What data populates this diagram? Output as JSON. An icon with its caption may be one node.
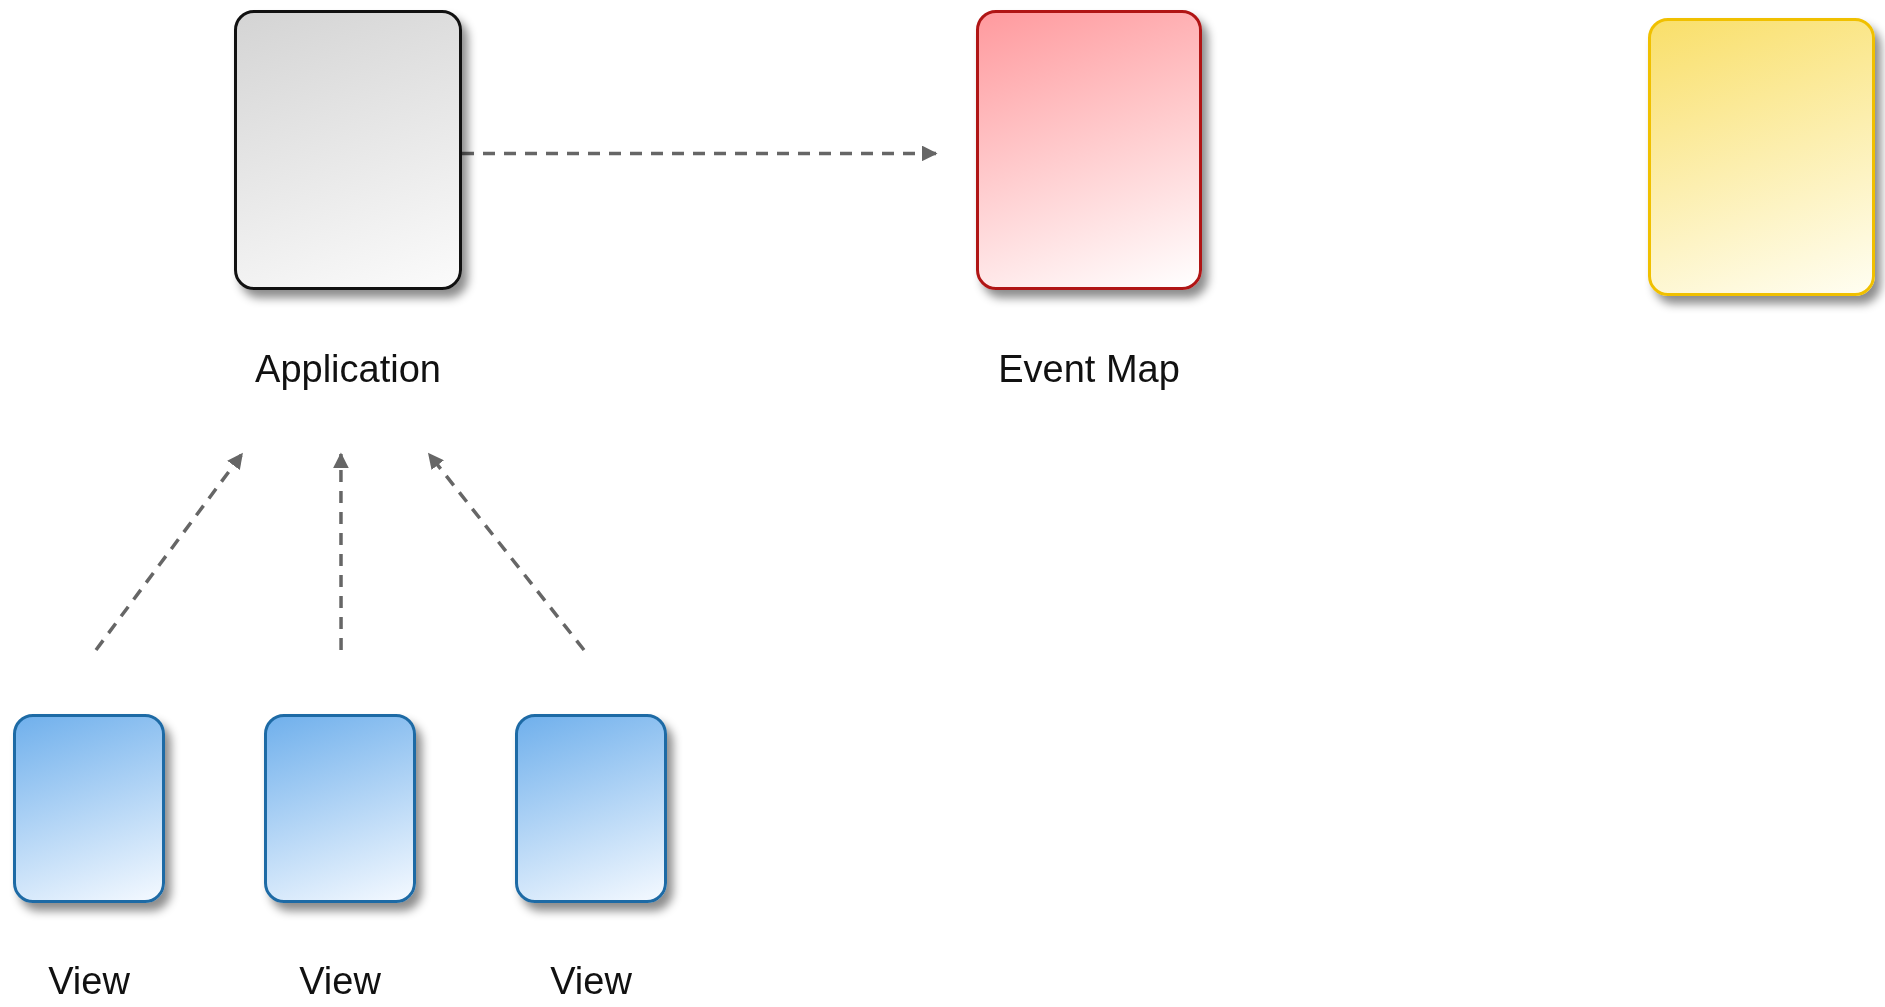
{
  "diagram": {
    "nodes": [
      {
        "text": [
          "Application"
        ]
      },
      {
        "text": [
          "Event Map"
        ]
      },
      {
        "text": [],
        "shape": "box"
      },
      {
        "text": [
          "View"
        ]
      },
      {
        "text": [
          "View"
        ]
      },
      {
        "text": [
          "View"
        ]
      }
    ],
    "edges": [
      {
        "from": 0,
        "to": 1,
        "arrow": "to",
        "style": "dashed"
      },
      {
        "from": 3,
        "to": 0,
        "arrow": "to",
        "style": "dashed"
      },
      {
        "from": 4,
        "to": 0,
        "arrow": "to",
        "style": "dashed"
      },
      {
        "from": 5,
        "to": 0,
        "arrow": "to",
        "style": "dashed"
      }
    ]
  }
}
